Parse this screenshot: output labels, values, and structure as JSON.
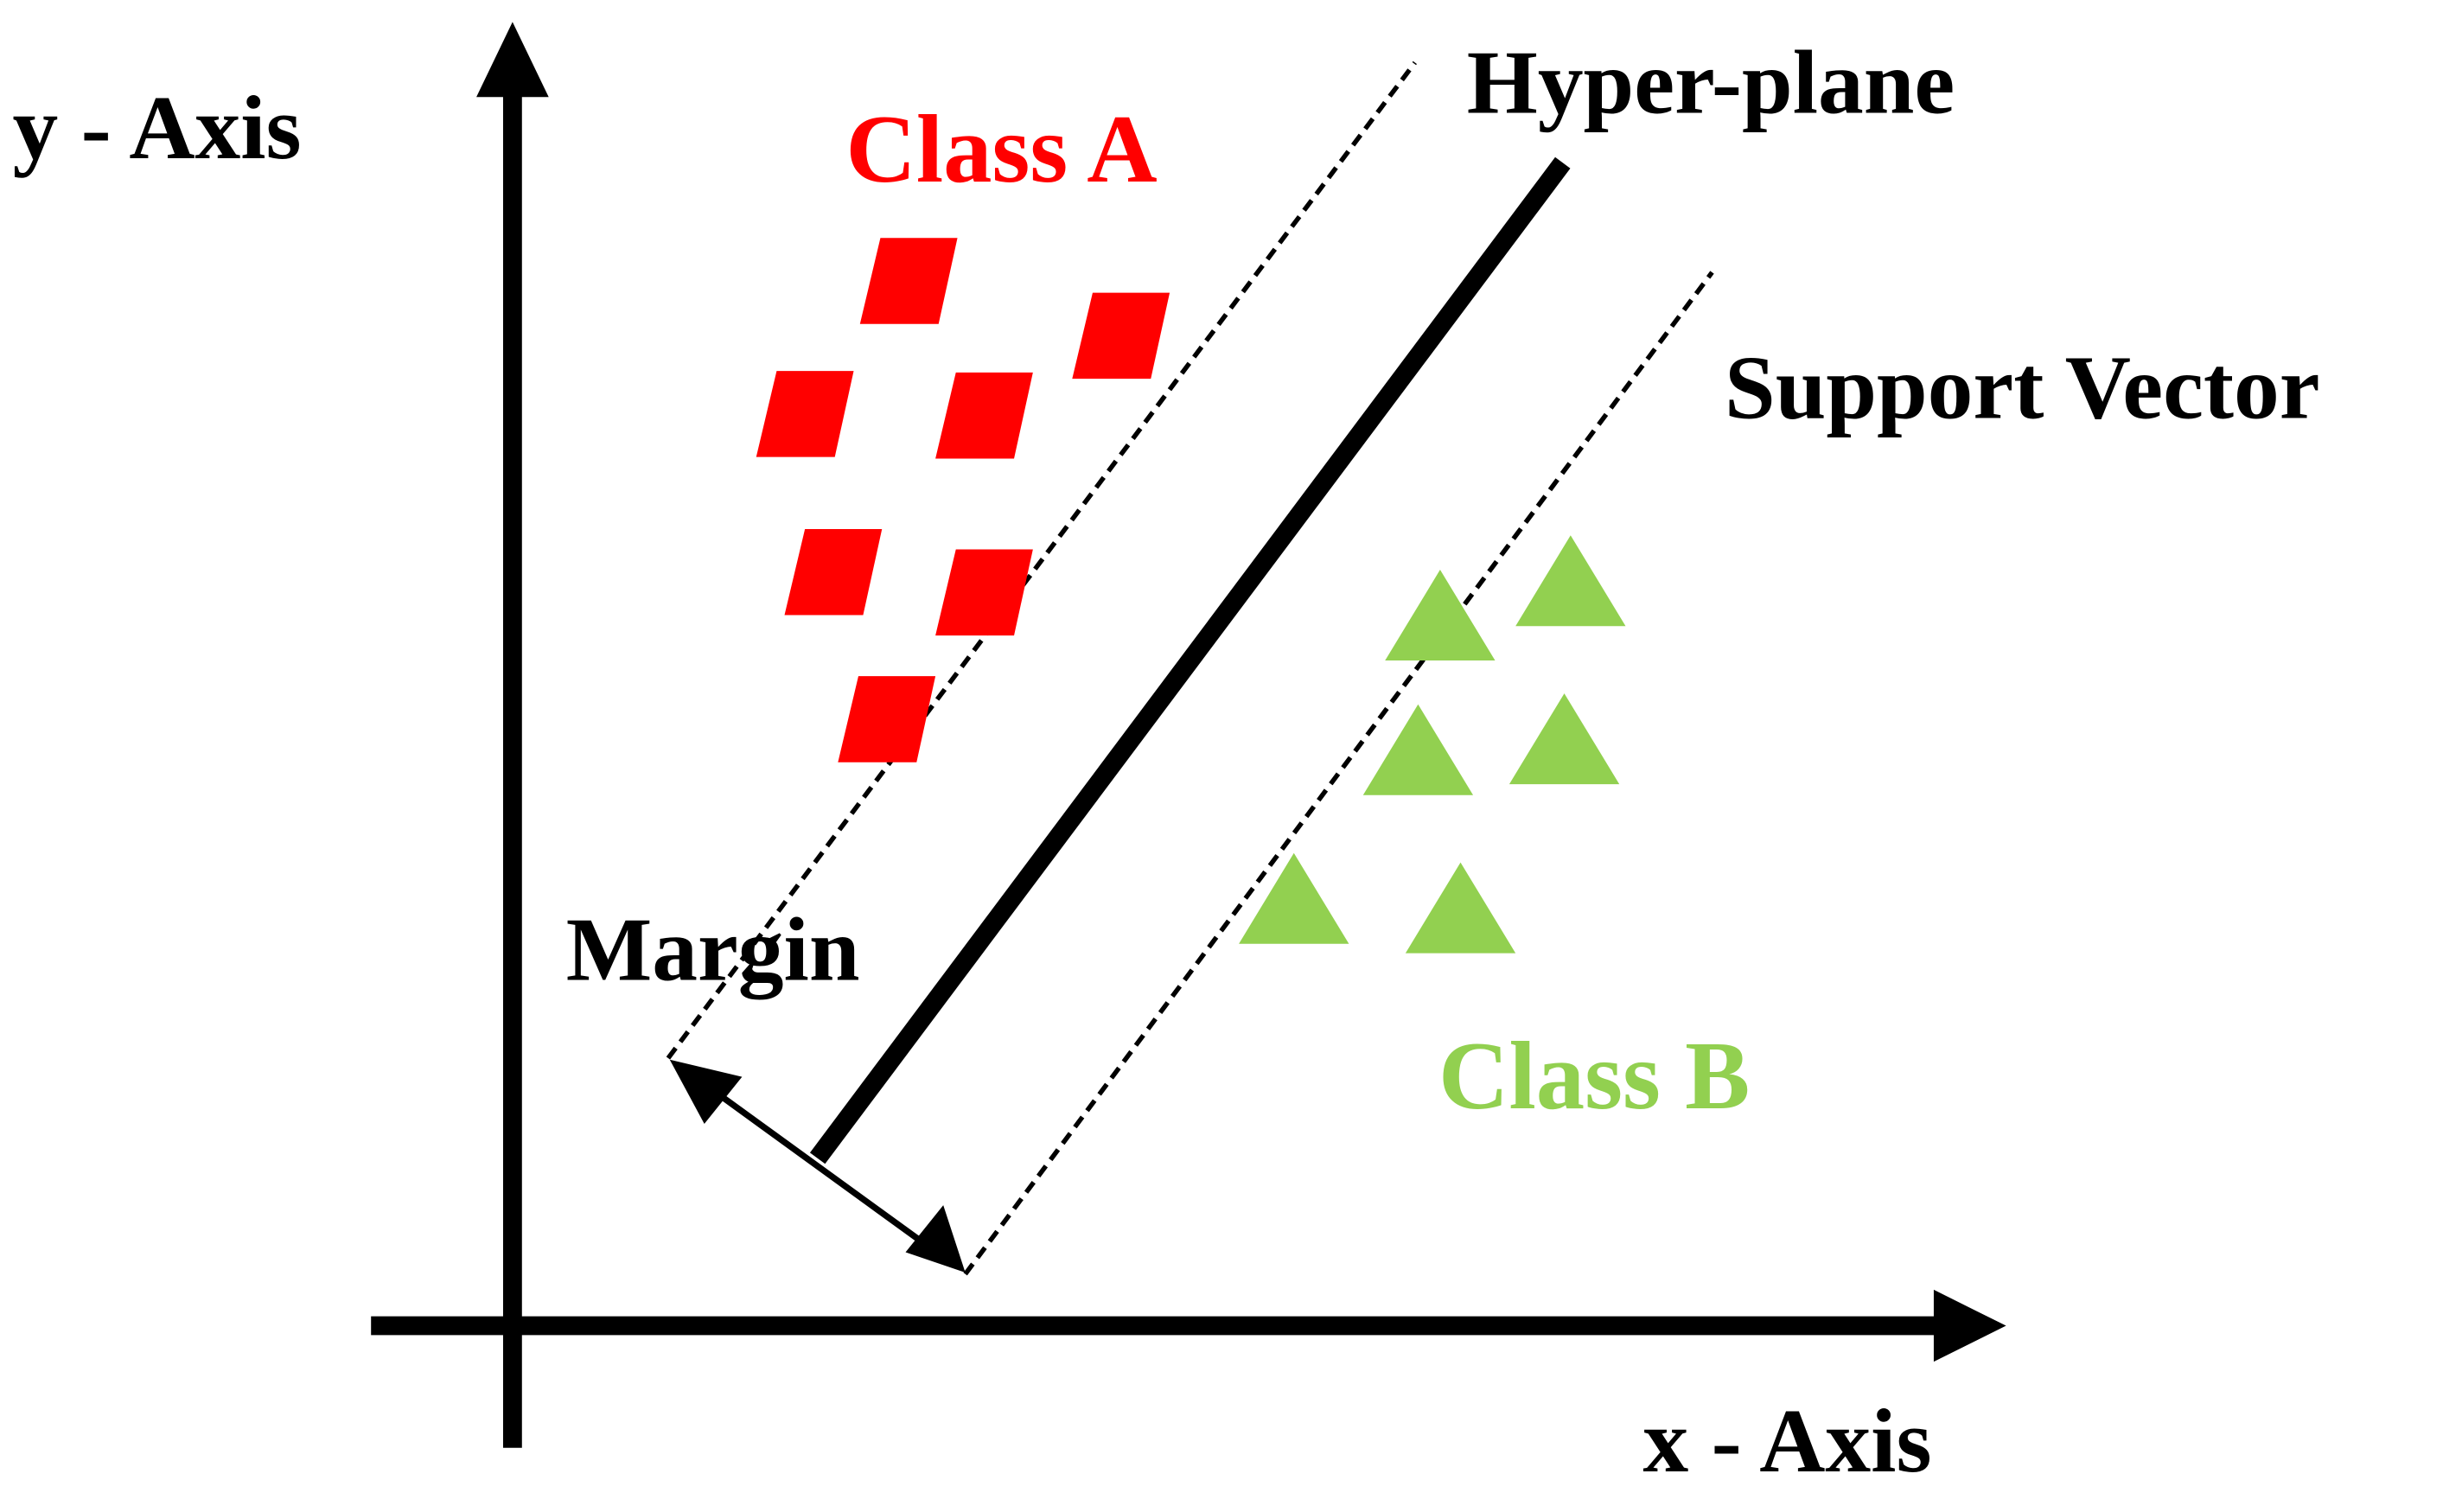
{
  "labels": {
    "y_axis": "y - Axis",
    "x_axis": "x - Axis",
    "class_a": "Class A",
    "class_b": "Class B",
    "hyperplane": "Hyper-plane",
    "support_vector": "Support Vector",
    "margin": "Margin"
  },
  "colors": {
    "class_a": "#ff0000",
    "class_b": "#92d050",
    "lines": "#000000",
    "background": "#ffffff"
  },
  "legend": {
    "class_a_marker": "parallelogram",
    "class_b_marker": "triangle",
    "class_a_count": 7,
    "class_b_count": 6
  }
}
